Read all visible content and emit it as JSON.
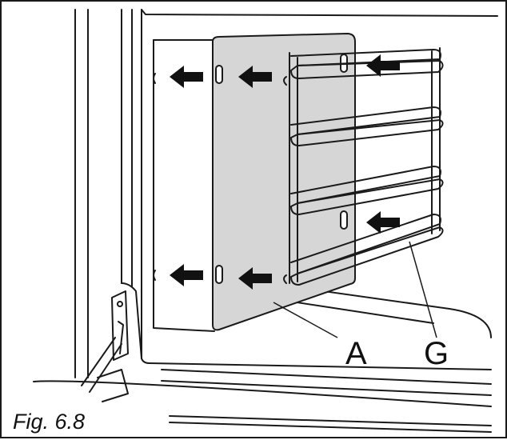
{
  "figure": {
    "caption": "Fig. 6.8",
    "labels": {
      "a": "A",
      "g": "G"
    },
    "colors": {
      "line": "#1a1a1a",
      "panel": "#d6d6d6",
      "background": "#ffffff"
    },
    "arrows": {
      "count": 6,
      "direction": "left"
    }
  }
}
